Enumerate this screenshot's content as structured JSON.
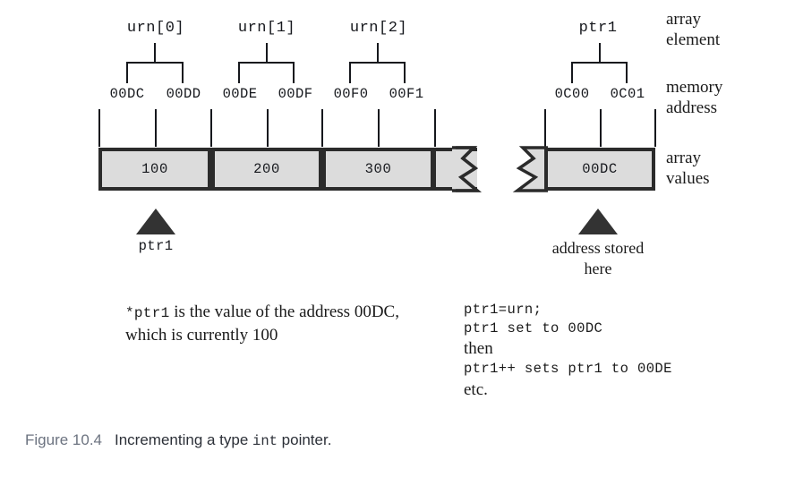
{
  "figure": {
    "number": "Figure 10.4",
    "title_before": "Incrementing a type ",
    "title_code": "int",
    "title_after": " pointer."
  },
  "row_legends": {
    "array_element": "array\nelement",
    "memory_address": "memory\naddress",
    "array_values": "array\nvalues"
  },
  "array_elements": [
    {
      "label": "urn[0]"
    },
    {
      "label": "urn[1]"
    },
    {
      "label": "urn[2]"
    }
  ],
  "pointer_element": {
    "label": "ptr1"
  },
  "memory_addresses": {
    "array": [
      "00DC",
      "00DD",
      "00DE",
      "00DF",
      "00F0",
      "00F1"
    ],
    "pointer": [
      "0C00",
      "0C01"
    ]
  },
  "memory_values": {
    "array_cells": [
      "100",
      "200",
      "300"
    ],
    "pointer_cell": "00DC"
  },
  "markers": {
    "left_label": "ptr1",
    "right_label": "address stored\nhere"
  },
  "explanation": {
    "code_fragment": "*ptr1",
    "text": " is the value of the address 00DC, which is currently 100"
  },
  "code_lines": [
    {
      "text": "ptr1=urn;",
      "style": "mono"
    },
    {
      "text": "ptr1 set to 00DC",
      "style": "mono"
    },
    {
      "text": "then",
      "style": "serif"
    },
    {
      "text": "ptr1++ sets ptr1 to 00DE",
      "style": "mono"
    },
    {
      "text": "etc.",
      "style": "serif"
    }
  ],
  "colors": {
    "cell_fill": "#dcdcdc",
    "cell_border": "#2b2b2b",
    "ink": "#16181d",
    "caption_number": "#6c7380"
  }
}
